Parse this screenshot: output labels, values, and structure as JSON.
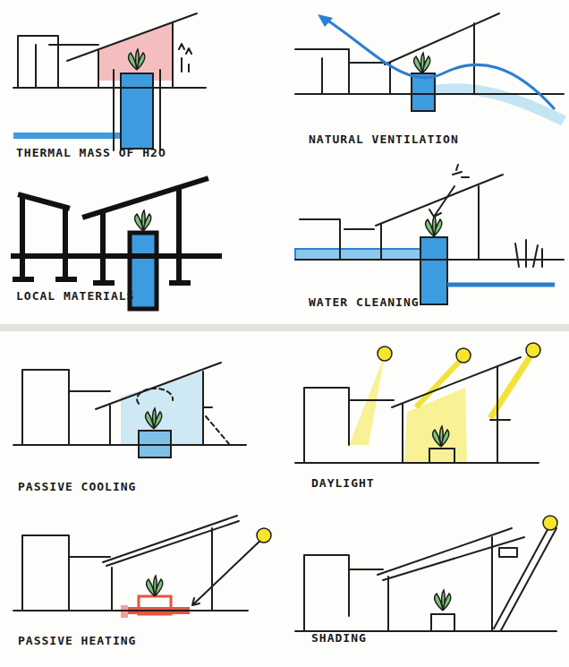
{
  "diagram": {
    "labels": [
      "THERMAL MASS OF H2O",
      "NATURAL VENTILATION",
      "LOCAL MATERIALS",
      "WATER CLEANING",
      "PASSIVE COOLING",
      "DAYLIGHT",
      "PASSIVE HEATING",
      "SHADING"
    ]
  }
}
